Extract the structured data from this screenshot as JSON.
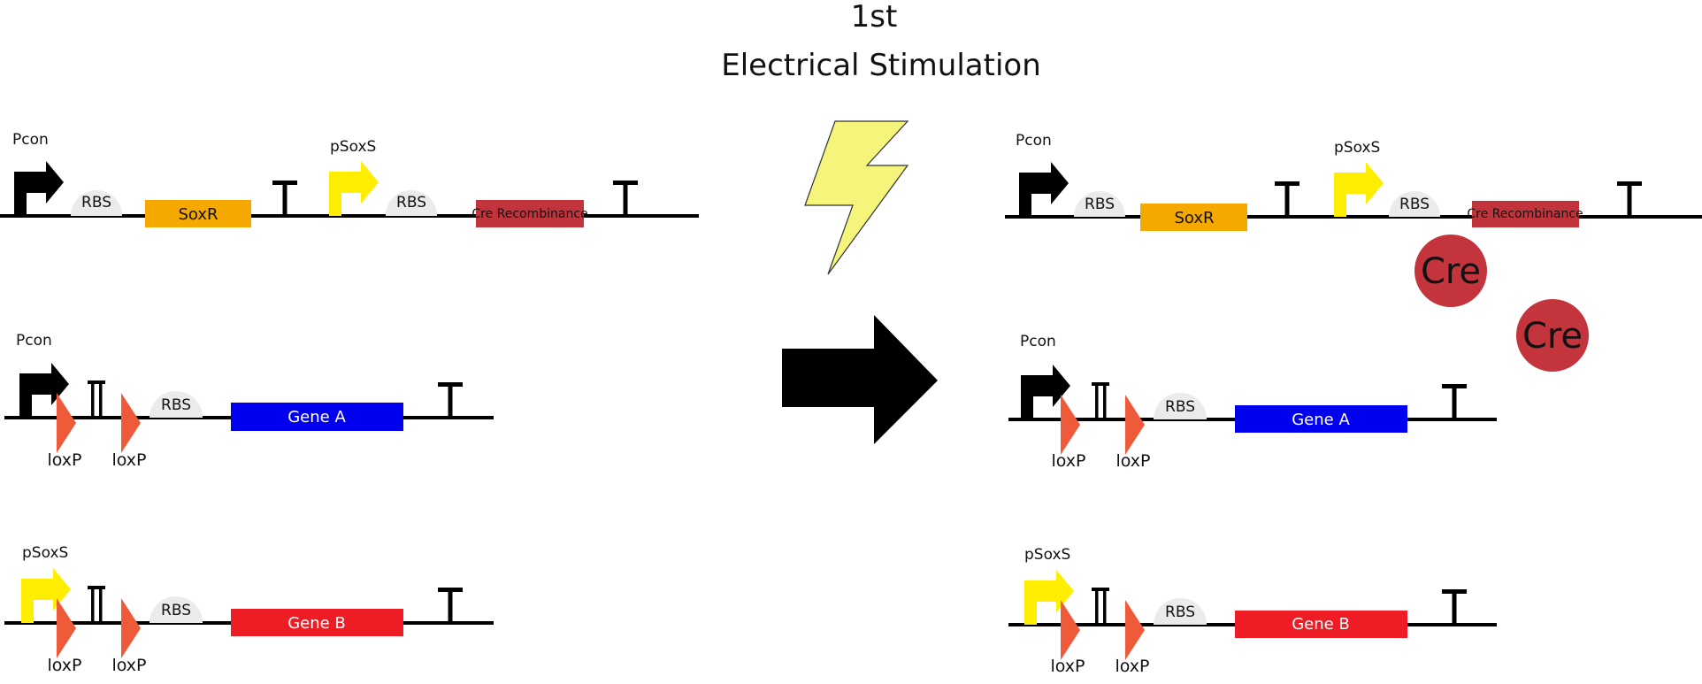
{
  "title": {
    "line1": "1st",
    "line2": "Electrical Stimulation"
  },
  "labels": {
    "pcon": "Pcon",
    "psoxs": "pSoxS",
    "rbs": "RBS",
    "soxr": "SoxR",
    "cre_recombinance": "Cre Recombinance",
    "gene_a": "Gene A",
    "gene_b": "Gene B",
    "loxp": "loxP",
    "cre": "Cre"
  },
  "colors": {
    "soxr": "#f5a800",
    "cre_recombinance": "#c1343c",
    "gene_a": "#0000ee",
    "gene_b": "#ee1c24",
    "pcon_arrow": "#000000",
    "psoxs_arrow": "#ffee00",
    "rbs": "#ebebeb",
    "loxp": "#ee5a3a",
    "lightning": "#f4f57a",
    "cre_protein": "#c4343c",
    "main_arrow": "#000000"
  },
  "icons": {
    "stimulus": "lightning-bolt-icon",
    "transition": "right-arrow-icon"
  }
}
